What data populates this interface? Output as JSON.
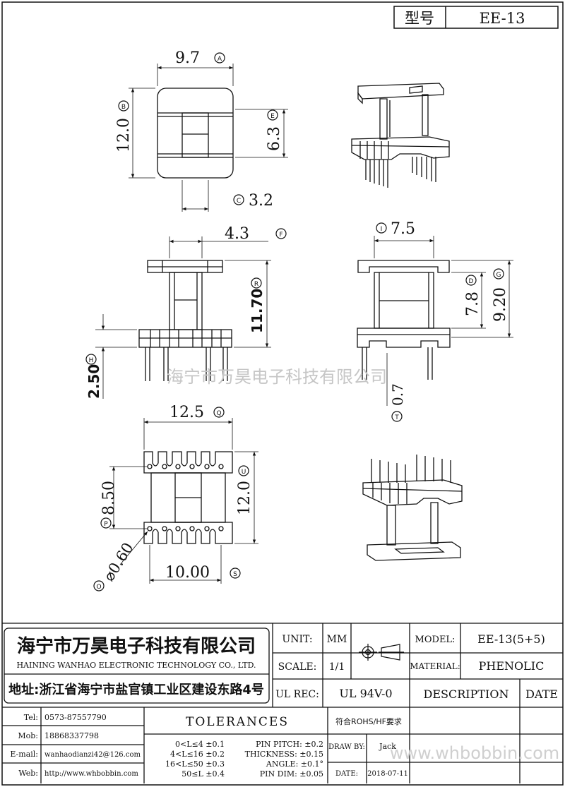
{
  "title_block": {
    "type_label": "型号",
    "type_value": "EE-13"
  },
  "dimensions": {
    "a": "9.7",
    "a_mark": "A",
    "b": "12.0",
    "b_mark": "B",
    "e": "6.3",
    "e_mark": "E",
    "c_mark": "C",
    "c": "3.2",
    "f": "4.3",
    "f_mark": "F",
    "r": "11.70",
    "r_mark": "R",
    "h": "2.50",
    "h_mark": "H",
    "i_mark": "I",
    "i": "7.5",
    "d": "7.8",
    "d_mark": "D",
    "g": "9.20",
    "g_mark": "G",
    "t": "0.7",
    "t_mark": "T",
    "q": "12.5",
    "q_mark": "Q",
    "u": "12.0",
    "u_mark": "U",
    "p": "8.50",
    "p_mark": "P",
    "o_mark": "O",
    "o": "⌀0.60",
    "s": "10.00",
    "s_mark": "S"
  },
  "watermarks": {
    "center": "海宁市万昊电子科技有限公司",
    "footer": "www.whbobbin.com"
  },
  "company": {
    "name_cn": "海宁市万昊电子科技有限公司",
    "name_en": "HAINING WANHAO ELECTRONIC TECHNOLOGY CO., LTD.",
    "address": "地址:浙江省海宁市盐官镇工业区建设东路4号"
  },
  "specs": {
    "unit_label": "UNIT:",
    "unit_value": "MM",
    "scale_label": "SCALE:",
    "scale_value": "1/1",
    "ulrec_label": "UL REC:",
    "ulrec_value": "UL 94V-0",
    "model_label": "MODEL:",
    "model_value": "EE-13(5+5)",
    "material_label": "MATERIAL:",
    "material_value": "PHENOLIC",
    "description_label": "DESCRIPTION",
    "date_label": "DATE"
  },
  "contact": {
    "tel_label": "Tel:",
    "tel_value": "0573-87557790",
    "mob_label": "Mob:",
    "mob_value": "18868337798",
    "email_label": "E-mail:",
    "email_value": "wanhaodianzi42@126.com",
    "web_label": "Web:",
    "web_value": "http://www.whbobbin.com"
  },
  "tolerances": {
    "title": "TOLERANCES",
    "rows": [
      "0<L≤4 ±0.1",
      "4<L≤16 ±0.2",
      "16<L≤50 ±0.3",
      "50≤L ±0.4"
    ],
    "pin_pitch": "PIN PITCH: ±0.2",
    "thickness": "THICKNESS: ±0.15",
    "angle": "ANGLE: ±0.1°",
    "pin_dim": "PIN DIM: ±0.05"
  },
  "approval": {
    "rohs": "符合ROHS/HF要求",
    "draw_by_label": "DRAW BY:",
    "draw_by_value": "Jack",
    "date_label": "DATE:",
    "date_value": "2018-07-11"
  }
}
